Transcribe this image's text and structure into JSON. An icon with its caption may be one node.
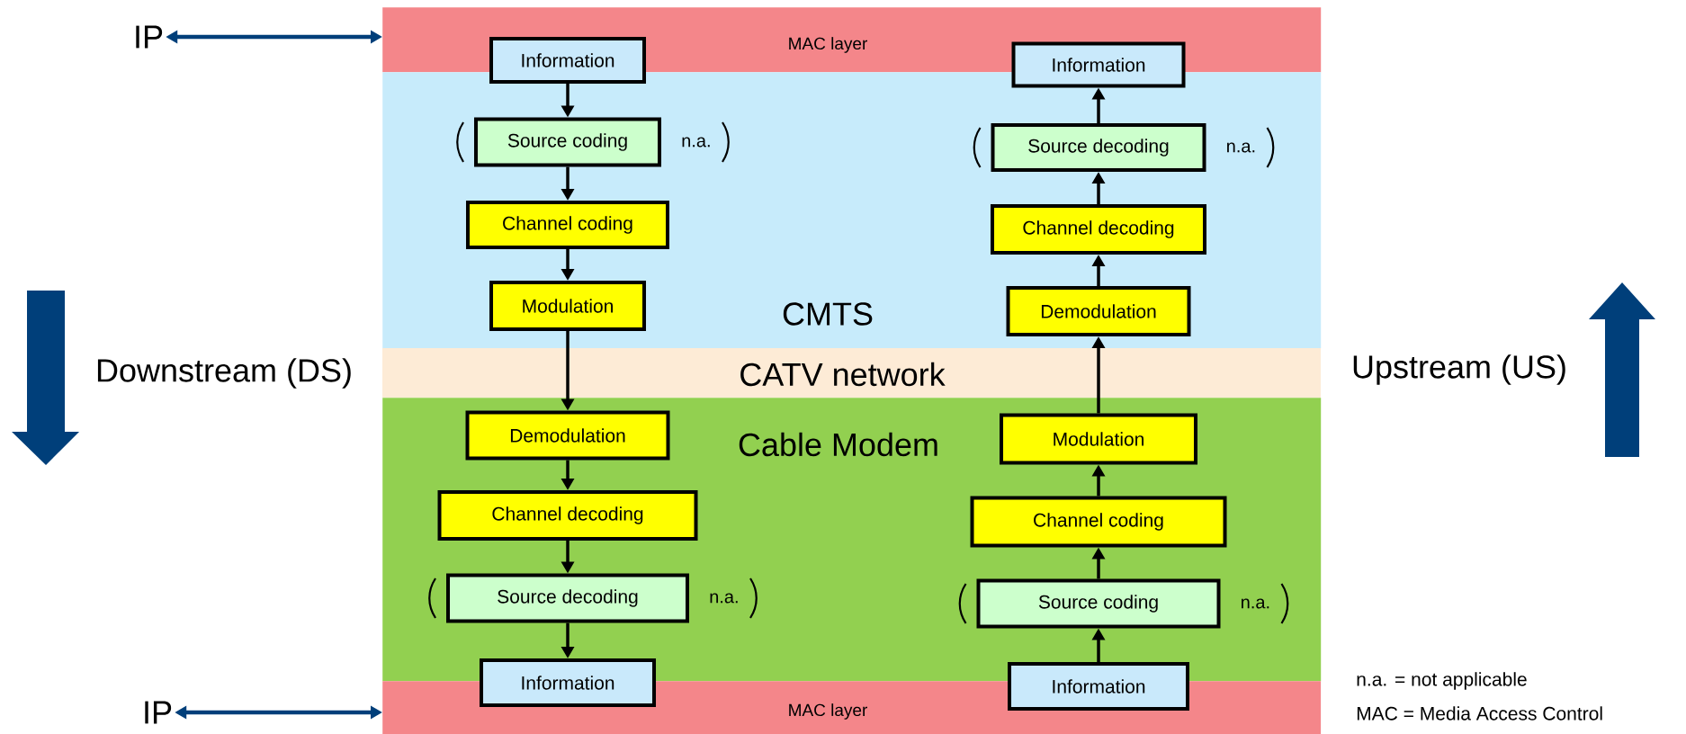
{
  "diagram": {
    "nodes": [
      {
        "text": [
          "MAC layer"
        ]
      },
      {
        "text": [
          "CMTS"
        ]
      },
      {
        "text": [
          "Cable Modem"
        ]
      },
      {
        "text": [
          "MAC layer"
        ]
      },
      {
        "text": [
          "IP"
        ]
      },
      {
        "text": [
          "IP"
        ]
      },
      {
        "text": [
          "Information"
        ]
      },
      {
        "text": [
          "Source coding"
        ],
        "in": 1,
        "beside": [
          "n.a."
        ]
      },
      {
        "text": [
          "Channel coding"
        ],
        "in": 1
      },
      {
        "text": [
          "Modulation"
        ],
        "in": 1
      },
      {
        "text": [
          "Demodulation"
        ],
        "in": 2
      },
      {
        "text": [
          "Channel decoding"
        ],
        "in": 2
      },
      {
        "text": [
          "Source decoding"
        ],
        "in": 2,
        "beside": [
          "n.a."
        ]
      },
      {
        "text": [
          "Information"
        ]
      },
      {
        "text": [
          "Information"
        ]
      },
      {
        "text": [
          "Source coding"
        ],
        "in": 2,
        "beside": [
          "n.a."
        ]
      },
      {
        "text": [
          "Channel coding"
        ],
        "in": 2
      },
      {
        "text": [
          "Modulation"
        ],
        "in": 2
      },
      {
        "text": [
          "Demodulation"
        ],
        "in": 1
      },
      {
        "text": [
          "Channel decoding"
        ],
        "in": 1
      },
      {
        "text": [
          "Source decoding"
        ],
        "in": 1,
        "beside": [
          "n.a."
        ]
      },
      {
        "text": [
          "Information"
        ]
      }
    ],
    "edges": [
      {
        "from": 4,
        "to": 0,
        "arrow": "both",
        "color": "#003f7a"
      },
      {
        "from": 5,
        "to": 3,
        "arrow": "both",
        "color": "#003f7a"
      },
      {
        "from": 6,
        "to": 7,
        "arrow": "to"
      },
      {
        "from": 7,
        "to": 8,
        "arrow": "to"
      },
      {
        "from": 8,
        "to": 9,
        "arrow": "to"
      },
      {
        "from": 9,
        "to": 10,
        "arrow": "to"
      },
      {
        "from": 10,
        "to": 11,
        "arrow": "to"
      },
      {
        "from": 11,
        "to": 12,
        "arrow": "to"
      },
      {
        "from": 12,
        "to": 13,
        "arrow": "to"
      },
      {
        "from": 14,
        "to": 15,
        "arrow": "to"
      },
      {
        "from": 15,
        "to": 16,
        "arrow": "to"
      },
      {
        "from": 16,
        "to": 17,
        "arrow": "to"
      },
      {
        "from": 17,
        "to": 18,
        "arrow": "to"
      },
      {
        "from": 18,
        "to": 19,
        "arrow": "to"
      },
      {
        "from": 19,
        "to": 20,
        "arrow": "to"
      },
      {
        "from": 20,
        "to": 21,
        "arrow": "to"
      }
    ],
    "labels": [
      "Downstream (DS)",
      "CATV network",
      "Upstream (US)",
      "n.a. = not applicable",
      "MAC = Media Access Control"
    ]
  }
}
